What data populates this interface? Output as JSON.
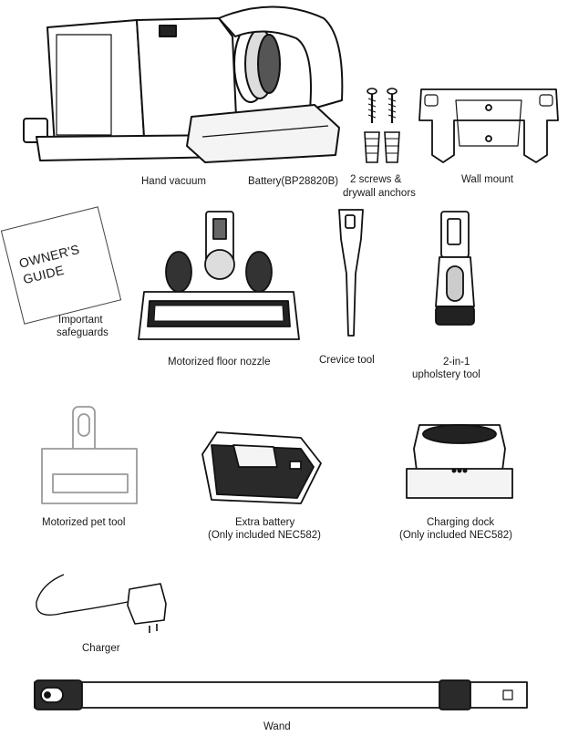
{
  "parts": {
    "hand_vacuum": "Hand vacuum",
    "battery": "Battery(BP28820B)",
    "screws_line1": "2 screws &",
    "screws_line2": "drywall anchors",
    "wall_mount": "Wall mount",
    "owners_guide_cover": "OWNER'S\nGUIDE",
    "safeguards_line1": "Important",
    "safeguards_line2": "safeguards",
    "floor_nozzle": "Motorized floor nozzle",
    "crevice_tool": "Crevice tool",
    "upholstery_line1": "2-in-1",
    "upholstery_line2": "upholstery tool",
    "pet_tool": "Motorized pet tool",
    "extra_battery_line1": "Extra battery",
    "extra_battery_line2": "(Only included NEC582)",
    "dock_line1": "Charging dock",
    "dock_line2": "(Only included NEC582)",
    "charger": "Charger",
    "wand": "Wand"
  }
}
